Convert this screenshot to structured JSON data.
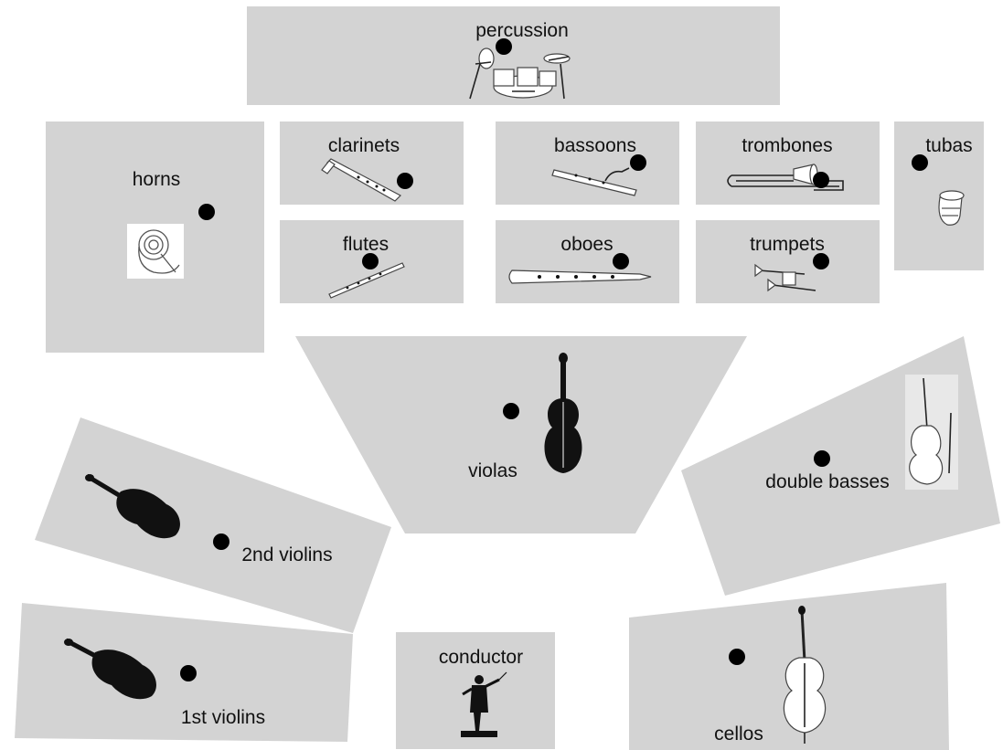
{
  "sections": {
    "percussion": "percussion",
    "horns": "horns",
    "clarinets": "clarinets",
    "bassoons": "bassoons",
    "trombones": "trombones",
    "tubas": "tubas",
    "flutes": "flutes",
    "oboes": "oboes",
    "trumpets": "trumpets",
    "violas": "violas",
    "double_basses": "double basses",
    "second_violins": "2nd violins",
    "first_violins": "1st violins",
    "conductor": "conductor",
    "cellos": "cellos"
  },
  "colors": {
    "region_fill": "#d3d3d3",
    "marker": "#000000",
    "text": "#111111"
  }
}
